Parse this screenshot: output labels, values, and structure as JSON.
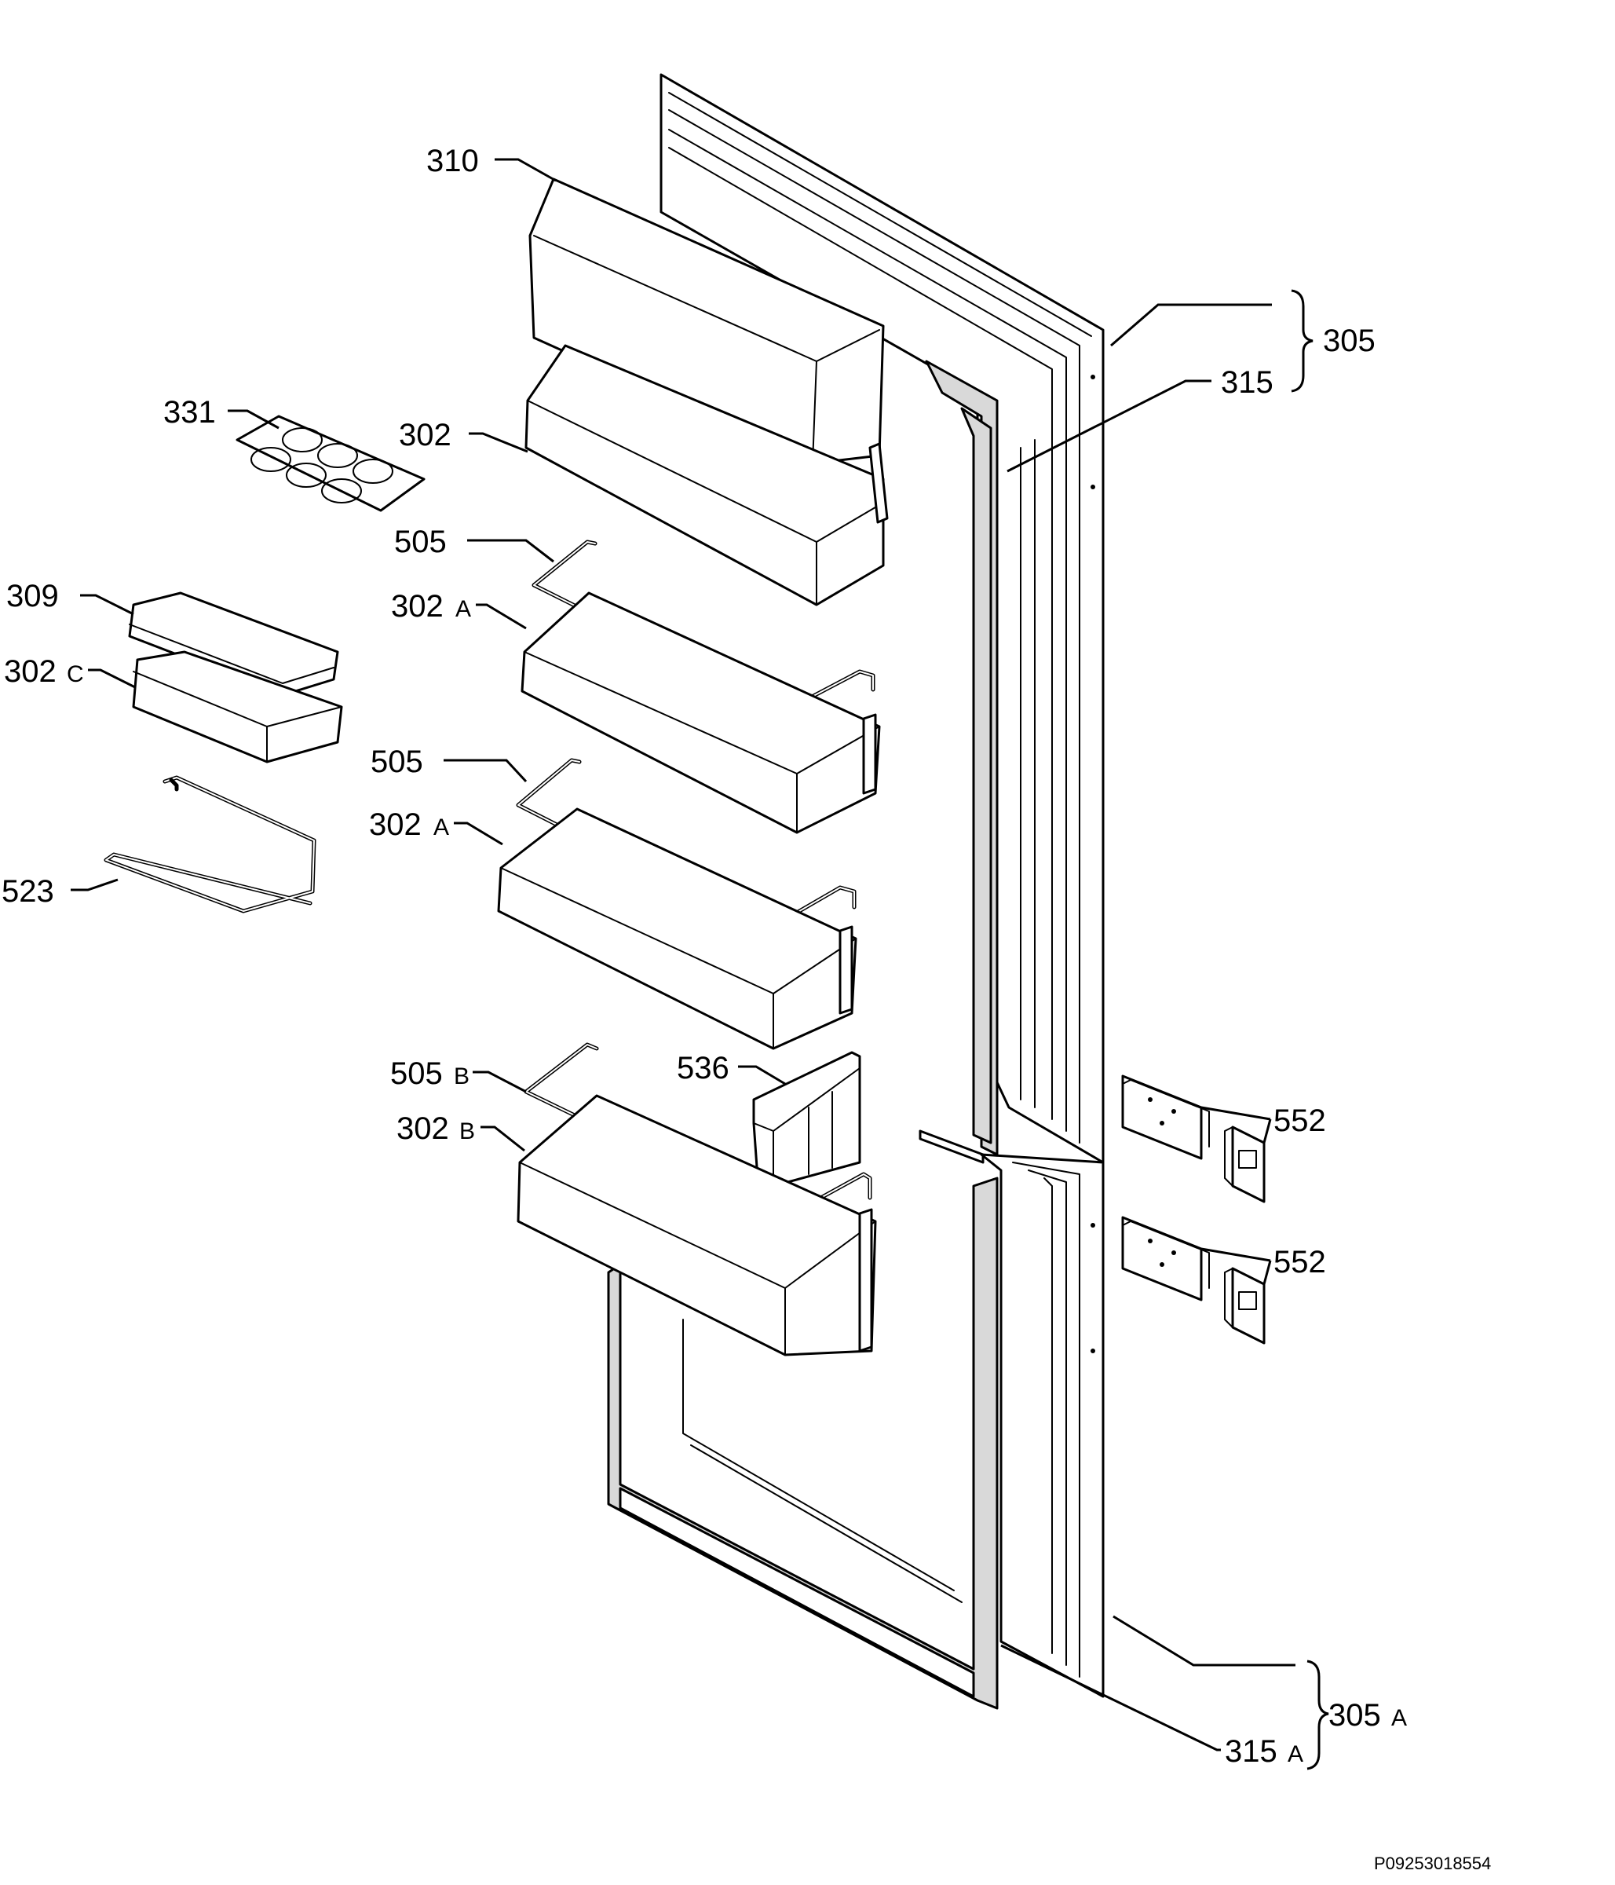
{
  "diagram": {
    "labels": {
      "l310": "310",
      "l331": "331",
      "l302": "302",
      "l505_1": "505",
      "l302a_1": "302",
      "l309": "309",
      "l302c": "302",
      "l505_2": "505",
      "l302a_2": "302",
      "l523": "523",
      "l505b": "505",
      "l536": "536",
      "l302b": "302",
      "l305": "305",
      "l315": "315",
      "l552_1": "552",
      "l552_2": "552",
      "l305a": "305",
      "l315a": "315"
    },
    "suffixes": {
      "s302a_1": "A",
      "s302c": "C",
      "s302a_2": "A",
      "s505b": "B",
      "s302b": "B",
      "s305a": "A",
      "s315a": "A"
    },
    "drawing_code": "P09253018554"
  }
}
